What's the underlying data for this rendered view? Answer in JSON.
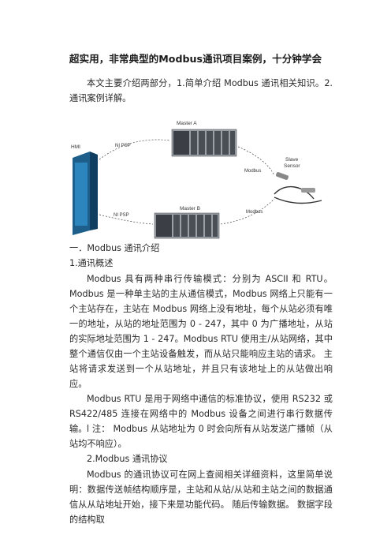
{
  "title": "超实用，非常典型的Modbus通讯项目案例，十分钟学会",
  "intro": "本文主要介绍两部分，1.简单介绍 Modbus 通讯相关知识。2.通讯案例详解。",
  "figure": {
    "master_a": "Master A",
    "master_b": "Master B",
    "hmi": "HMI",
    "ni_psp_top": "NI PSP",
    "ni_psp_bottom": "NI PSP",
    "modbus_top": "Modbus",
    "modbus_bottom": "Modbus",
    "slave_line1": "Slave",
    "slave_line2": "Sensor"
  },
  "section1": "一．Modbus 通讯介绍",
  "sub1": "1.通讯概述",
  "para1": "Modbus 具有两种串行传输模式：分别为 ASCII 和 RTU。Modbus 是一种单主站的主从通信模式，Modbus 网络上只能有一个主站存在，主站在 Modbus 网络上没有地址，每个从站必须有唯一的地址，从站的地址范围为 0 - 247，其中 0 为广播地址，从站的实际地址范围为 1 - 247。Modbus RTU 使用主/从站网络，其中整个通信仅由一个主站设备触发，而从站只能响应主站的请求。 主站将请求发送到一个从站地址，并且只有该地址上的从站做出响应。",
  "para2": "Modbus RTU 是用于网络中通信的标准协议，使用 RS232 或 RS422/485 连接在网络中的 Modbus 设备之间进行串行数据传输。",
  "note": "l 注： Modbus 从站地址为 0 时会向所有从站发送广播帧（从站均不响应）。",
  "sub2": "2.Modbus 通讯协议",
  "para3": "Modbus 的通讯协议可在网上查阅相关详细资料，这里简单说明：数据传送帧结构顺序是，主站和从站/从站和主站之间的数据通信从从站地址开始，接下来是功能代码。 随后传输数据。 数据字段的结构取"
}
